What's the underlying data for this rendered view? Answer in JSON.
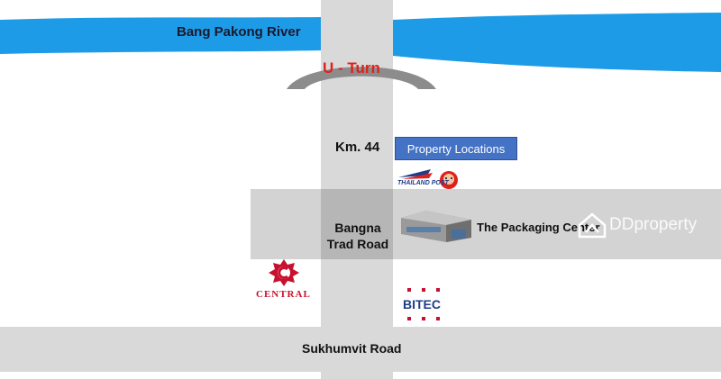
{
  "map": {
    "river_label": "Bang Pakong River",
    "uturn_label": "U - Turn",
    "km_label": "Km. 44",
    "property_button": "Property Locations",
    "road_label_line1": "Bangna",
    "road_label_line2": "Trad Road",
    "packaging_label": "The Packaging Center",
    "sukhumvit_label": "Sukhumvit Road",
    "central_label": "CENTRAL",
    "bitec_label": "BITEC",
    "thailand_post_label": "THAILAND POST",
    "watermark": "DDproperty"
  },
  "colors": {
    "river": "#1e9be6",
    "road": "#d9d9d9",
    "uturn_text": "#e0211b",
    "property_box": "#4472c4",
    "central_red": "#c8102e",
    "bitec_blue": "#1f3c88"
  },
  "icons": [
    "central-logo-icon",
    "bitec-logo-icon",
    "thailand-post-icon",
    "warehouse-icon",
    "ddproperty-logo-icon"
  ]
}
